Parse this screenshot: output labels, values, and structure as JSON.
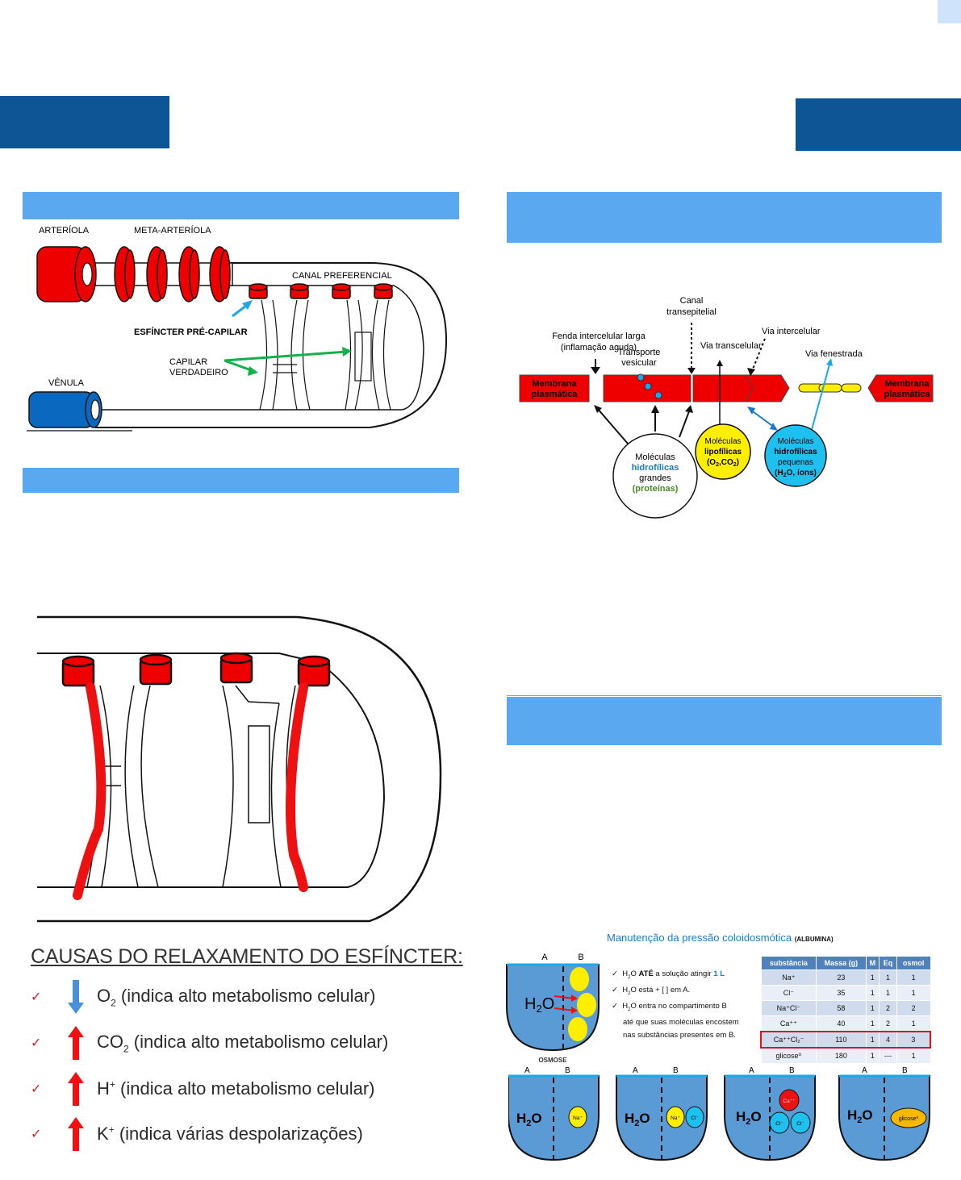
{
  "colors": {
    "header_block": "#0d5594",
    "section_bar": "#5aa8f0",
    "corner_tab": "#cfe3fa",
    "vessel_red": "#ee0000",
    "venule_blue": "#0a68bf",
    "green_arrow": "#13b04c",
    "cyan_arrow": "#1ba8e6",
    "yellow": "#ffee00",
    "water_blue": "#5b9bd5"
  },
  "microcirculation": {
    "arteriola": "ARTERÍOLA",
    "meta_arteriola": "META-ARTERÍOLA",
    "canal_preferencial": "CANAL PREFERENCIAL",
    "esfincter": "ESFÍNCTER PRÉ-CAPILAR",
    "capilar_1": "CAPILAR",
    "capilar_2": "VERDADEIRO",
    "venula": "VÊNULA"
  },
  "causes": {
    "title": "CAUSAS DO RELAXAMENTO  DO ESFÍNCTER:",
    "items": [
      {
        "sym": "O",
        "sub": "2",
        "sup": "",
        "direction": "down",
        "text": " (indica alto metabolismo celular)"
      },
      {
        "sym": "CO",
        "sub": "2",
        "sup": "",
        "direction": "up",
        "text": " (indica alto metabolismo celular)"
      },
      {
        "sym": "H",
        "sub": "",
        "sup": "+",
        "direction": "up",
        "text": " (indica alto metabolismo celular)"
      },
      {
        "sym": "K",
        "sub": "",
        "sup": "+",
        "direction": "up",
        "text": " (indica várias despolarizações)"
      }
    ]
  },
  "transport": {
    "fenda_1": "Fenda intercelular larga",
    "fenda_2": "(inflamação aguda)",
    "transporte_1": "Transporte",
    "transporte_2": "vesicular",
    "canal_1": "Canal",
    "canal_2": "transepitelial",
    "via_transcelular": "Via transcelular",
    "via_intercelular": "Via intercelular",
    "via_fenestrada": "Via fenestrada",
    "membrana_1": "Membrana",
    "membrana_2": "plasmática",
    "big_1": "Moléculas",
    "big_2": "hidrofílicas",
    "big_3": "grandes",
    "big_4": "(proteínas)",
    "lipo_1": "Moléculas",
    "lipo_2": "lipofílicas",
    "lipo_3": "(O",
    "lipo_sub1": "2",
    "lipo_4": ",CO",
    "lipo_sub2": "2",
    "lipo_5": ")",
    "small_1": "Moléculas",
    "small_2": "hidrofílicas",
    "small_3": "pequenas",
    "small_4": "(H",
    "small_sub": "2",
    "small_5": "O, íons)"
  },
  "osmosis": {
    "title": "Manutenção da pressão coloidosmótica",
    "title_small": "(ALBUMINA)",
    "label_a": "A",
    "label_b": "B",
    "water_main": "H",
    "water_sub": "2",
    "water_end": "O",
    "caption": "OSMOSE",
    "bullets": [
      {
        "pre": "H",
        "sub": "2",
        "mid": "O ",
        "bold": "ATÉ",
        "post": " a solução atingir ",
        "accent": "1 L"
      },
      {
        "pre": "H",
        "sub": "2",
        "mid": "O está + [   ] em A.",
        "bold": "",
        "post": "",
        "accent": ""
      },
      {
        "pre": "H",
        "sub": "2",
        "mid": "O entra no compartimento B",
        "bold": "",
        "post": "",
        "accent": ""
      }
    ],
    "bullet_cont_1": "até que suas moléculas encostem",
    "bullet_cont_2": "nas substâncias presentes em B.",
    "table": {
      "headers": [
        "substância",
        "Massa (g)",
        "M",
        "Eq",
        "osmol"
      ],
      "rows": [
        [
          "Na⁺",
          "23",
          "1",
          "1",
          "1"
        ],
        [
          "Cl⁻",
          "35",
          "1",
          "1",
          "1"
        ],
        [
          "Na⁺Cl⁻",
          "58",
          "1",
          "2",
          "2"
        ],
        [
          "Ca⁺⁺",
          "40",
          "1",
          "2",
          "1"
        ],
        [
          "Ca⁺⁺Cl₂⁻",
          "110",
          "1",
          "4",
          "3"
        ],
        [
          "glicose⁰",
          "180",
          "1",
          "---",
          "1"
        ]
      ],
      "highlighted_row": 4
    },
    "ions": {
      "na": "Na⁺",
      "cl": "Cl⁻",
      "ca": "Ca⁺⁺",
      "glicose": "glicose⁰"
    }
  }
}
